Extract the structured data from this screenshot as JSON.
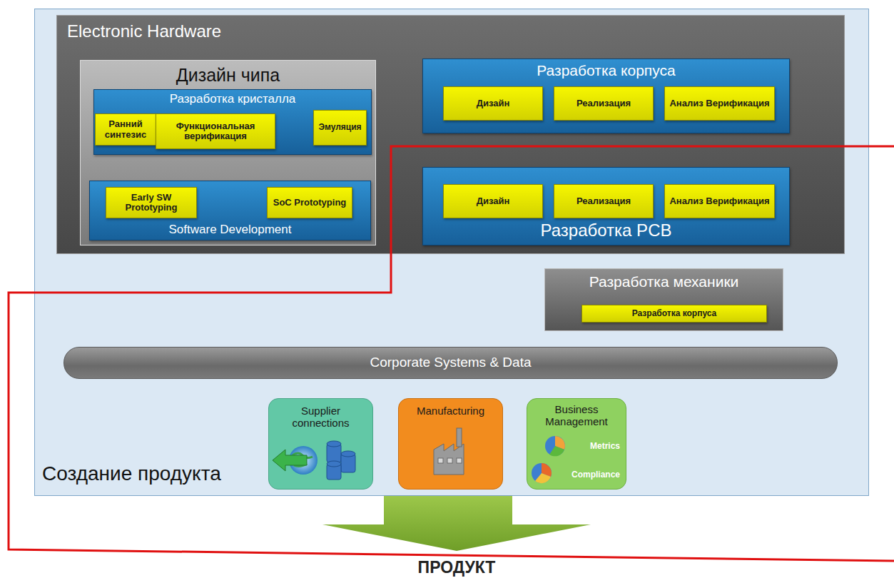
{
  "diagram": {
    "nodes": [
      {
        "text": [
          "Создание продукта"
        ]
      },
      {
        "text": [
          "Electronic Hardware"
        ],
        "in": 0
      },
      {
        "text": [
          "Дизайн чипа"
        ],
        "in": 1
      },
      {
        "text": [
          "Разработка кристалла"
        ],
        "in": 2
      },
      {
        "text": [
          "Ранний синтезис"
        ],
        "in": 3
      },
      {
        "text": [
          "Функциональная верификация"
        ],
        "in": 3
      },
      {
        "text": [
          "Эмуляция"
        ],
        "in": 3
      },
      {
        "text": [
          "Software Development"
        ],
        "in": 2
      },
      {
        "text": [
          "Early SW Prototyping"
        ],
        "in": 7
      },
      {
        "text": [
          "SoC Prototyping"
        ],
        "in": 7
      },
      {
        "text": [
          "Разработка корпуса"
        ],
        "in": 1
      },
      {
        "text": [
          "Дизайн"
        ],
        "in": 10
      },
      {
        "text": [
          "Реализация"
        ],
        "in": 10
      },
      {
        "text": [
          "Анализ Верификация"
        ],
        "in": 10
      },
      {
        "text": [
          "Разработка PCB"
        ],
        "in": 1
      },
      {
        "text": [
          "Дизайн"
        ],
        "in": 14
      },
      {
        "text": [
          "Реализация"
        ],
        "in": 14
      },
      {
        "text": [
          "Анализ Верификация"
        ],
        "in": 14
      },
      {
        "text": [
          "Разработка механики"
        ],
        "in": 0
      },
      {
        "text": [
          "Разработка корпуса"
        ],
        "in": 18
      },
      {
        "text": [
          "Corporate Systems & Data"
        ],
        "in": 0
      },
      {
        "text": [
          "Supplier connections"
        ],
        "in": 0
      },
      {
        "text": [
          "Manufacturing"
        ],
        "in": 0
      },
      {
        "text": [
          "Business Management",
          "Metrics",
          "Compliance"
        ],
        "in": 0
      }
    ],
    "edges": [
      {
        "from": 2,
        "to": 10,
        "arrow": "both"
      },
      {
        "from": 4,
        "to": 8,
        "arrow": "both"
      },
      {
        "from": 6,
        "to": 9,
        "arrow": "both"
      },
      {
        "from": 10,
        "to": 14,
        "arrow": "both"
      },
      {
        "from": 14,
        "to": 20,
        "arrow": "both"
      },
      {
        "from": 14,
        "to": 18,
        "arrow": "both"
      },
      {
        "from": 18,
        "to": 20,
        "arrow": "both"
      },
      {
        "from": 20,
        "to": 21,
        "arrow": "both"
      },
      {
        "from": 20,
        "to": 22,
        "arrow": "both"
      },
      {
        "from": 20,
        "to": 23,
        "arrow": "both"
      }
    ],
    "labels": [
      "ПРОДУКТ"
    ]
  }
}
